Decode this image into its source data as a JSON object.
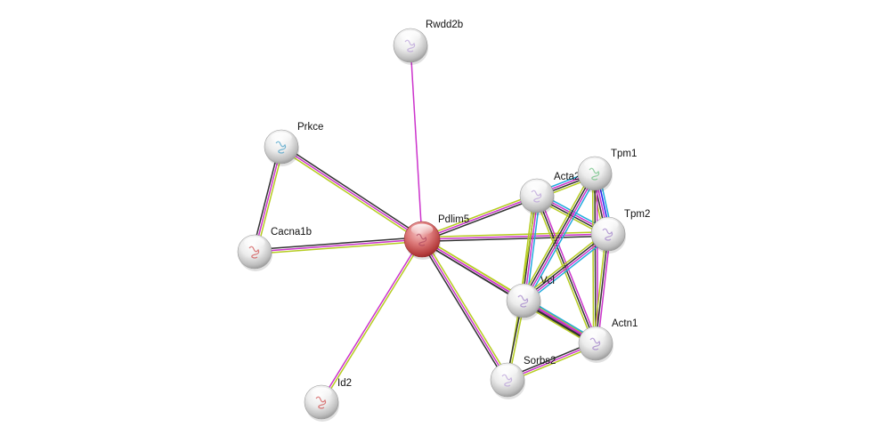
{
  "title": "STRING protein interaction network",
  "edge_colors": {
    "experiments": "#cc33cc",
    "textmining": "#b5cc20",
    "coexpression": "#333333",
    "databases": "#22aadd",
    "cooccurrence": "#2222ee",
    "fusion": "#dd2222"
  },
  "nodes": [
    {
      "id": "Rwdd2b",
      "label": "Rwdd2b",
      "query": false,
      "struct": "#b9a0d8"
    },
    {
      "id": "Prkce",
      "label": "Prkce",
      "query": false,
      "struct": "#4aa0c8"
    },
    {
      "id": "Cacna1b",
      "label": "Cacna1b",
      "query": false,
      "struct": "#d05050"
    },
    {
      "id": "Pdlim5",
      "label": "Pdlim5",
      "query": true,
      "struct": "#b04a60"
    },
    {
      "id": "Acta2",
      "label": "Acta2",
      "query": false,
      "struct": "#b9a0d8"
    },
    {
      "id": "Tpm1",
      "label": "Tpm1",
      "query": false,
      "struct": "#6cc080"
    },
    {
      "id": "Tpm2",
      "label": "Tpm2",
      "query": false,
      "struct": "#a080c8"
    },
    {
      "id": "Vcl",
      "label": "Vcl",
      "query": false,
      "struct": "#a080c8"
    },
    {
      "id": "Actn1",
      "label": "Actn1",
      "query": false,
      "struct": "#a080c8"
    },
    {
      "id": "Sorbs2",
      "label": "Sorbs2",
      "query": false,
      "struct": "#b9a0d8"
    },
    {
      "id": "Id2",
      "label": "Id2",
      "query": false,
      "struct": "#d05050"
    }
  ],
  "edges": [
    {
      "source": "Pdlim5",
      "target": "Rwdd2b",
      "evidence": [
        "experiments"
      ]
    },
    {
      "source": "Pdlim5",
      "target": "Prkce",
      "evidence": [
        "textmining",
        "experiments",
        "coexpression"
      ]
    },
    {
      "source": "Pdlim5",
      "target": "Cacna1b",
      "evidence": [
        "textmining",
        "experiments",
        "coexpression"
      ]
    },
    {
      "source": "Prkce",
      "target": "Cacna1b",
      "evidence": [
        "textmining",
        "experiments",
        "coexpression"
      ]
    },
    {
      "source": "Pdlim5",
      "target": "Id2",
      "evidence": [
        "textmining",
        "experiments"
      ]
    },
    {
      "source": "Pdlim5",
      "target": "Acta2",
      "evidence": [
        "textmining",
        "experiments",
        "coexpression"
      ]
    },
    {
      "source": "Pdlim5",
      "target": "Tpm2",
      "evidence": [
        "textmining",
        "experiments",
        "coexpression"
      ]
    },
    {
      "source": "Pdlim5",
      "target": "Vcl",
      "evidence": [
        "textmining",
        "experiments",
        "coexpression"
      ]
    },
    {
      "source": "Pdlim5",
      "target": "Actn1",
      "evidence": [
        "textmining",
        "experiments",
        "coexpression"
      ]
    },
    {
      "source": "Pdlim5",
      "target": "Sorbs2",
      "evidence": [
        "textmining",
        "experiments",
        "coexpression"
      ]
    },
    {
      "source": "Acta2",
      "target": "Tpm1",
      "evidence": [
        "databases",
        "experiments",
        "coexpression",
        "textmining"
      ]
    },
    {
      "source": "Acta2",
      "target": "Tpm2",
      "evidence": [
        "databases",
        "experiments",
        "coexpression",
        "textmining"
      ]
    },
    {
      "source": "Acta2",
      "target": "Vcl",
      "evidence": [
        "databases",
        "experiments",
        "coexpression",
        "textmining"
      ]
    },
    {
      "source": "Acta2",
      "target": "Actn1",
      "evidence": [
        "experiments",
        "coexpression",
        "textmining"
      ]
    },
    {
      "source": "Acta2",
      "target": "Sorbs2",
      "evidence": [
        "textmining"
      ]
    },
    {
      "source": "Tpm1",
      "target": "Tpm2",
      "evidence": [
        "databases",
        "cooccurrence",
        "experiments",
        "coexpression",
        "textmining"
      ]
    },
    {
      "source": "Tpm1",
      "target": "Vcl",
      "evidence": [
        "databases",
        "experiments",
        "coexpression",
        "textmining"
      ]
    },
    {
      "source": "Tpm1",
      "target": "Actn1",
      "evidence": [
        "experiments",
        "coexpression",
        "textmining"
      ]
    },
    {
      "source": "Tpm2",
      "target": "Vcl",
      "evidence": [
        "databases",
        "experiments",
        "coexpression",
        "textmining"
      ]
    },
    {
      "source": "Tpm2",
      "target": "Actn1",
      "evidence": [
        "experiments",
        "coexpression",
        "textmining"
      ]
    },
    {
      "source": "Vcl",
      "target": "Actn1",
      "evidence": [
        "databases",
        "experiments",
        "coexpression",
        "textmining"
      ]
    },
    {
      "source": "Vcl",
      "target": "Sorbs2",
      "evidence": [
        "textmining",
        "coexpression"
      ]
    },
    {
      "source": "Actn1",
      "target": "Sorbs2",
      "evidence": [
        "textmining",
        "experiments",
        "coexpression"
      ]
    }
  ]
}
